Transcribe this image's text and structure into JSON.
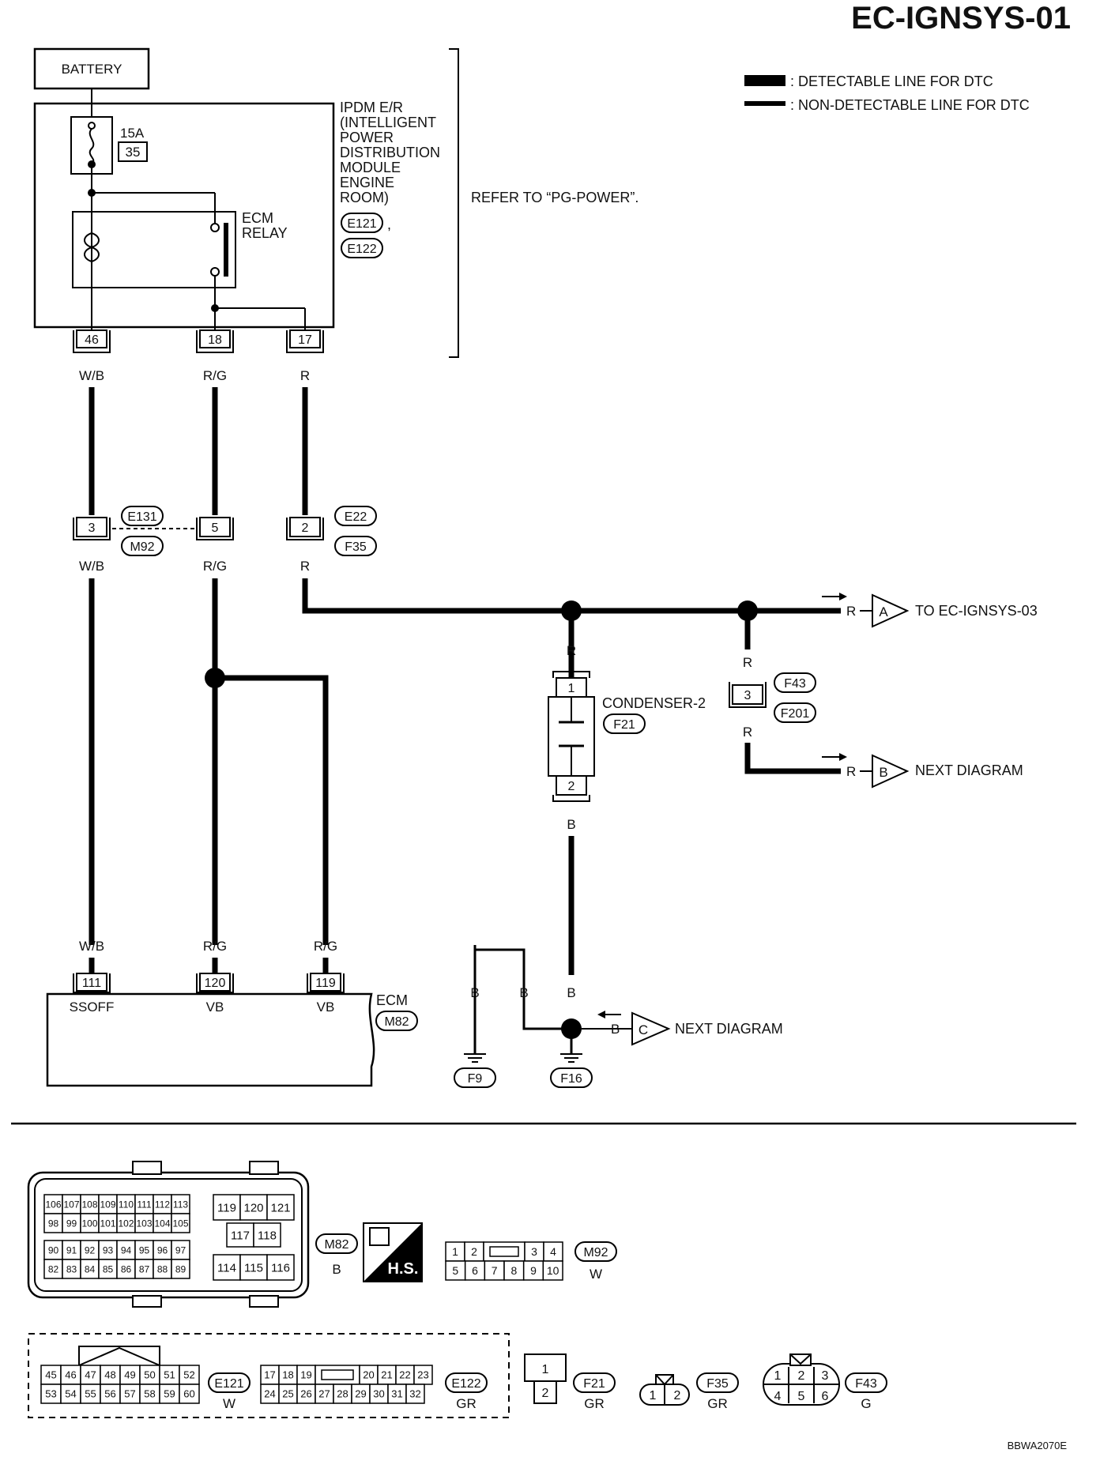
{
  "title": "EC-IGNSYS-01",
  "legend": {
    "detectable": ": DETECTABLE LINE FOR DTC",
    "non_detectable": ": NON-DETECTABLE LINE FOR DTC"
  },
  "battery": "BATTERY",
  "fuse": {
    "rating": "15A",
    "number": "35"
  },
  "ipdm": {
    "lines": [
      "IPDM E/R",
      "(INTELLIGENT",
      "POWER",
      "DISTRIBUTION",
      "MODULE",
      "ENGINE",
      "ROOM)"
    ],
    "connectors": [
      "E121",
      "E122"
    ],
    "comma": ","
  },
  "refer": "REFER TO “PG-POWER”.",
  "ecm_relay": [
    "ECM",
    "RELAY"
  ],
  "ipdm_pins": [
    "46",
    "18",
    "17"
  ],
  "wire_colors": {
    "wb": "W/B",
    "rg": "R/G",
    "r": "R",
    "b": "B"
  },
  "joint_pins": [
    "3",
    "5",
    "2"
  ],
  "joint_connectors": [
    "E131",
    "M92",
    "E22",
    "F35"
  ],
  "to_ignsys03": {
    "label": "A",
    "text": "TO EC-IGNSYS-03"
  },
  "next_diagram_b": {
    "label": "B",
    "text": "NEXT DIAGRAM"
  },
  "next_diagram_c": {
    "label": "C",
    "text": "NEXT DIAGRAM"
  },
  "condenser": {
    "name": "CONDENSER-2",
    "connector": "F21",
    "pins": [
      "1",
      "2"
    ]
  },
  "f43_joint": {
    "pin": "3",
    "connectors": [
      "F43",
      "F201"
    ]
  },
  "ecm": {
    "name": "ECM",
    "connector": "M82",
    "pins": [
      "111",
      "120",
      "119"
    ],
    "terminals": [
      "SSOFF",
      "VB",
      "VB"
    ]
  },
  "grounds": [
    "F9",
    "F16"
  ],
  "face_views": {
    "m82": {
      "connector": "M82",
      "color": "B",
      "rows": [
        [
          "106",
          "107",
          "108",
          "109",
          "110",
          "111",
          "112",
          "113"
        ],
        [
          "98",
          "99",
          "100",
          "101",
          "102",
          "103",
          "104",
          "105"
        ],
        [
          "90",
          "91",
          "92",
          "93",
          "94",
          "95",
          "96",
          "97"
        ],
        [
          "82",
          "83",
          "84",
          "85",
          "86",
          "87",
          "88",
          "89"
        ]
      ],
      "right_rows": [
        [
          "119",
          "120",
          "121"
        ],
        [
          "117",
          "118"
        ],
        [
          "114",
          "115",
          "116"
        ]
      ]
    },
    "hs": "H.S.",
    "m92": {
      "connector": "M92",
      "color": "W",
      "top": [
        "1",
        "2",
        "3",
        "4"
      ],
      "bottom": [
        "5",
        "6",
        "7",
        "8",
        "9",
        "10"
      ]
    },
    "e121": {
      "connector": "E121",
      "color": "W",
      "top": [
        "45",
        "46",
        "47",
        "48",
        "49",
        "50",
        "51",
        "52"
      ],
      "bottom": [
        "53",
        "54",
        "55",
        "56",
        "57",
        "58",
        "59",
        "60"
      ]
    },
    "e122": {
      "connector": "E122",
      "color": "GR",
      "top": [
        "17",
        "18",
        "19",
        "20",
        "21",
        "22",
        "23"
      ],
      "bottom": [
        "24",
        "25",
        "26",
        "27",
        "28",
        "29",
        "30",
        "31",
        "32"
      ]
    },
    "f21": {
      "connector": "F21",
      "color": "GR",
      "pins": [
        "1",
        "2"
      ]
    },
    "f35": {
      "connector": "F35",
      "color": "GR",
      "pins": [
        "1",
        "2"
      ]
    },
    "f43": {
      "connector": "F43",
      "color": "G",
      "top": [
        "1",
        "2",
        "3"
      ],
      "bottom": [
        "4",
        "5",
        "6"
      ]
    }
  },
  "footer_code": "BBWA2070E"
}
